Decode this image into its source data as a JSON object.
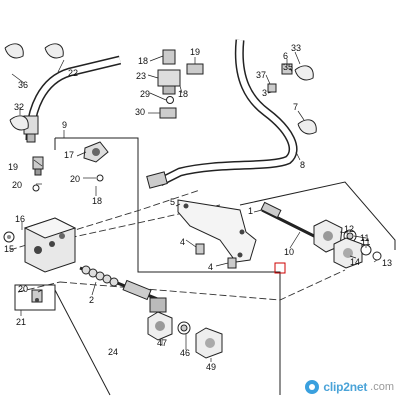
{
  "labels": {
    "l36": "36",
    "l22": "22",
    "l32": "32",
    "l19": "19",
    "l20a": "20",
    "l17": "17",
    "l20b": "20",
    "l18a": "18",
    "l9": "9",
    "l16": "16",
    "l15": "15",
    "l20c": "20",
    "l21": "21",
    "l2": "2",
    "l24": "24",
    "l47": "47",
    "l46": "46",
    "l49": "49",
    "l18b": "18",
    "l23": "23",
    "l29": "29",
    "l18c": "18",
    "l19b": "19",
    "l30": "30",
    "l5": "5",
    "l4a": "4",
    "l4b": "4",
    "l33": "33",
    "l6": "6",
    "l37": "37",
    "l35": "35",
    "l3": "3",
    "l7": "7",
    "l8": "8",
    "l10": "10",
    "l11a": "11",
    "l12": "12",
    "l11b": "11",
    "l13": "13",
    "l14": "14",
    "l1": "1"
  },
  "watermark": {
    "text": "clip2net",
    "suffix": ".com"
  }
}
